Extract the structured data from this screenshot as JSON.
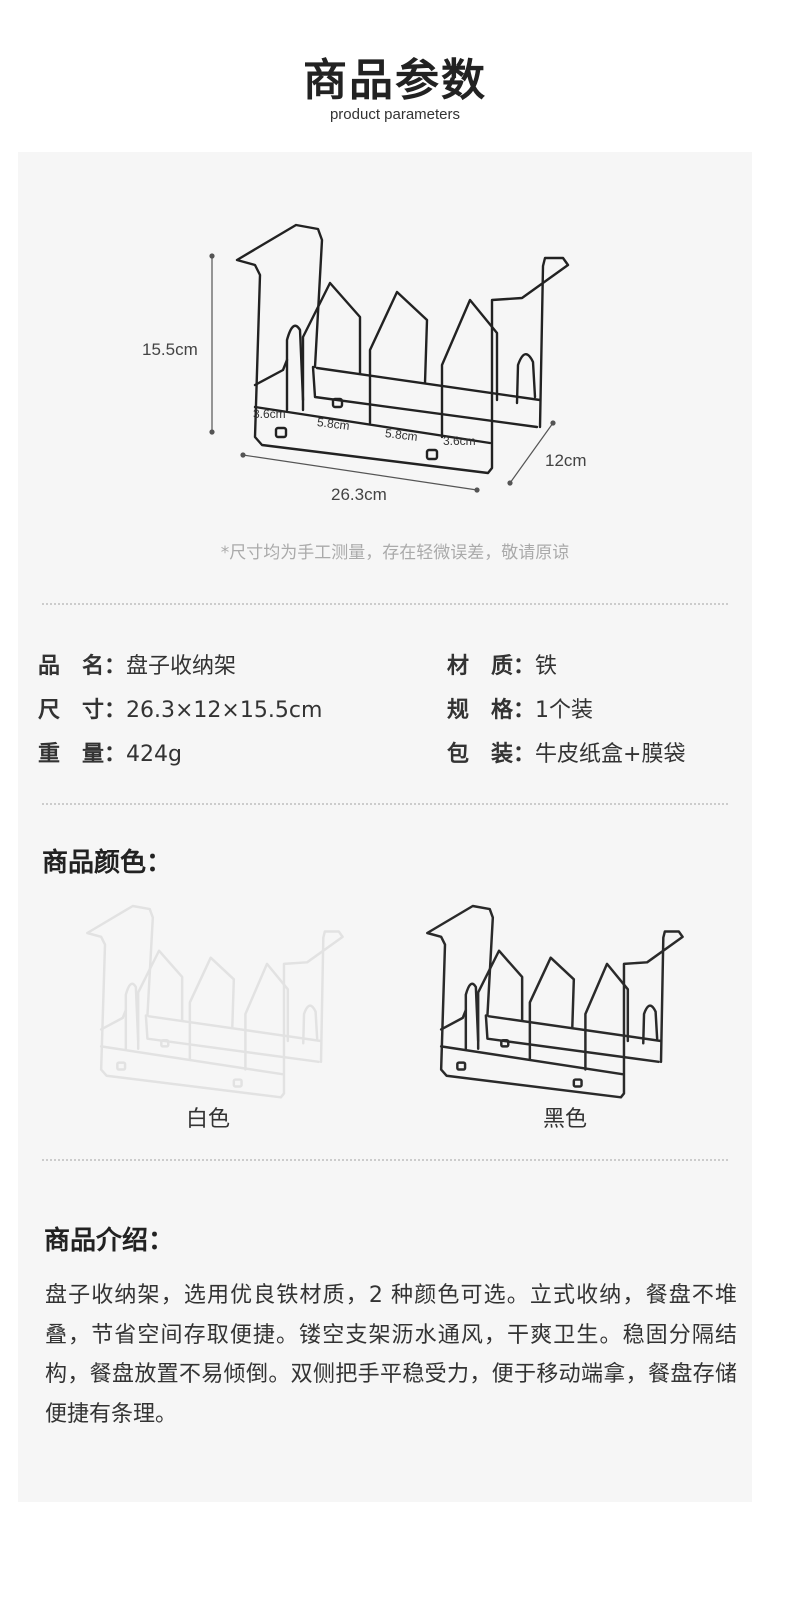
{
  "header": {
    "title": "商品参数",
    "subtitle": "product parameters"
  },
  "dimensions": {
    "height": "15.5cm",
    "width": "26.3cm",
    "depth": "12cm",
    "gaps": [
      "3.6cm",
      "5.8cm",
      "5.8cm",
      "3.6cm"
    ],
    "note": "*尺寸均为手工测量，存在轻微误差，敬请原谅"
  },
  "specs": [
    {
      "label": "品　名：",
      "value": "盘子收纳架"
    },
    {
      "label": "材　质：",
      "value": "铁"
    },
    {
      "label": "尺　寸：",
      "value": "26.3×12×15.5cm"
    },
    {
      "label": "规　格：",
      "value": "1个装"
    },
    {
      "label": "重　量：",
      "value": "424g"
    },
    {
      "label": "包　装：",
      "value": "牛皮纸盒+膜袋"
    }
  ],
  "colors": {
    "title": "商品颜色：",
    "options": [
      {
        "name": "白色",
        "stroke": "#e4e4e4"
      },
      {
        "name": "黑色",
        "stroke": "#2a2a2a"
      }
    ]
  },
  "intro": {
    "title": "商品介绍：",
    "text": "盘子收纳架，选用优良铁材质，2 种颜色可选。立式收纳，餐盘不堆叠，节省空间存取便捷。镂空支架沥水通风，干爽卫生。稳固分隔结构，餐盘放置不易倾倒。双侧把手平稳受力，便于移动端拿，餐盘存储便捷有条理。"
  }
}
